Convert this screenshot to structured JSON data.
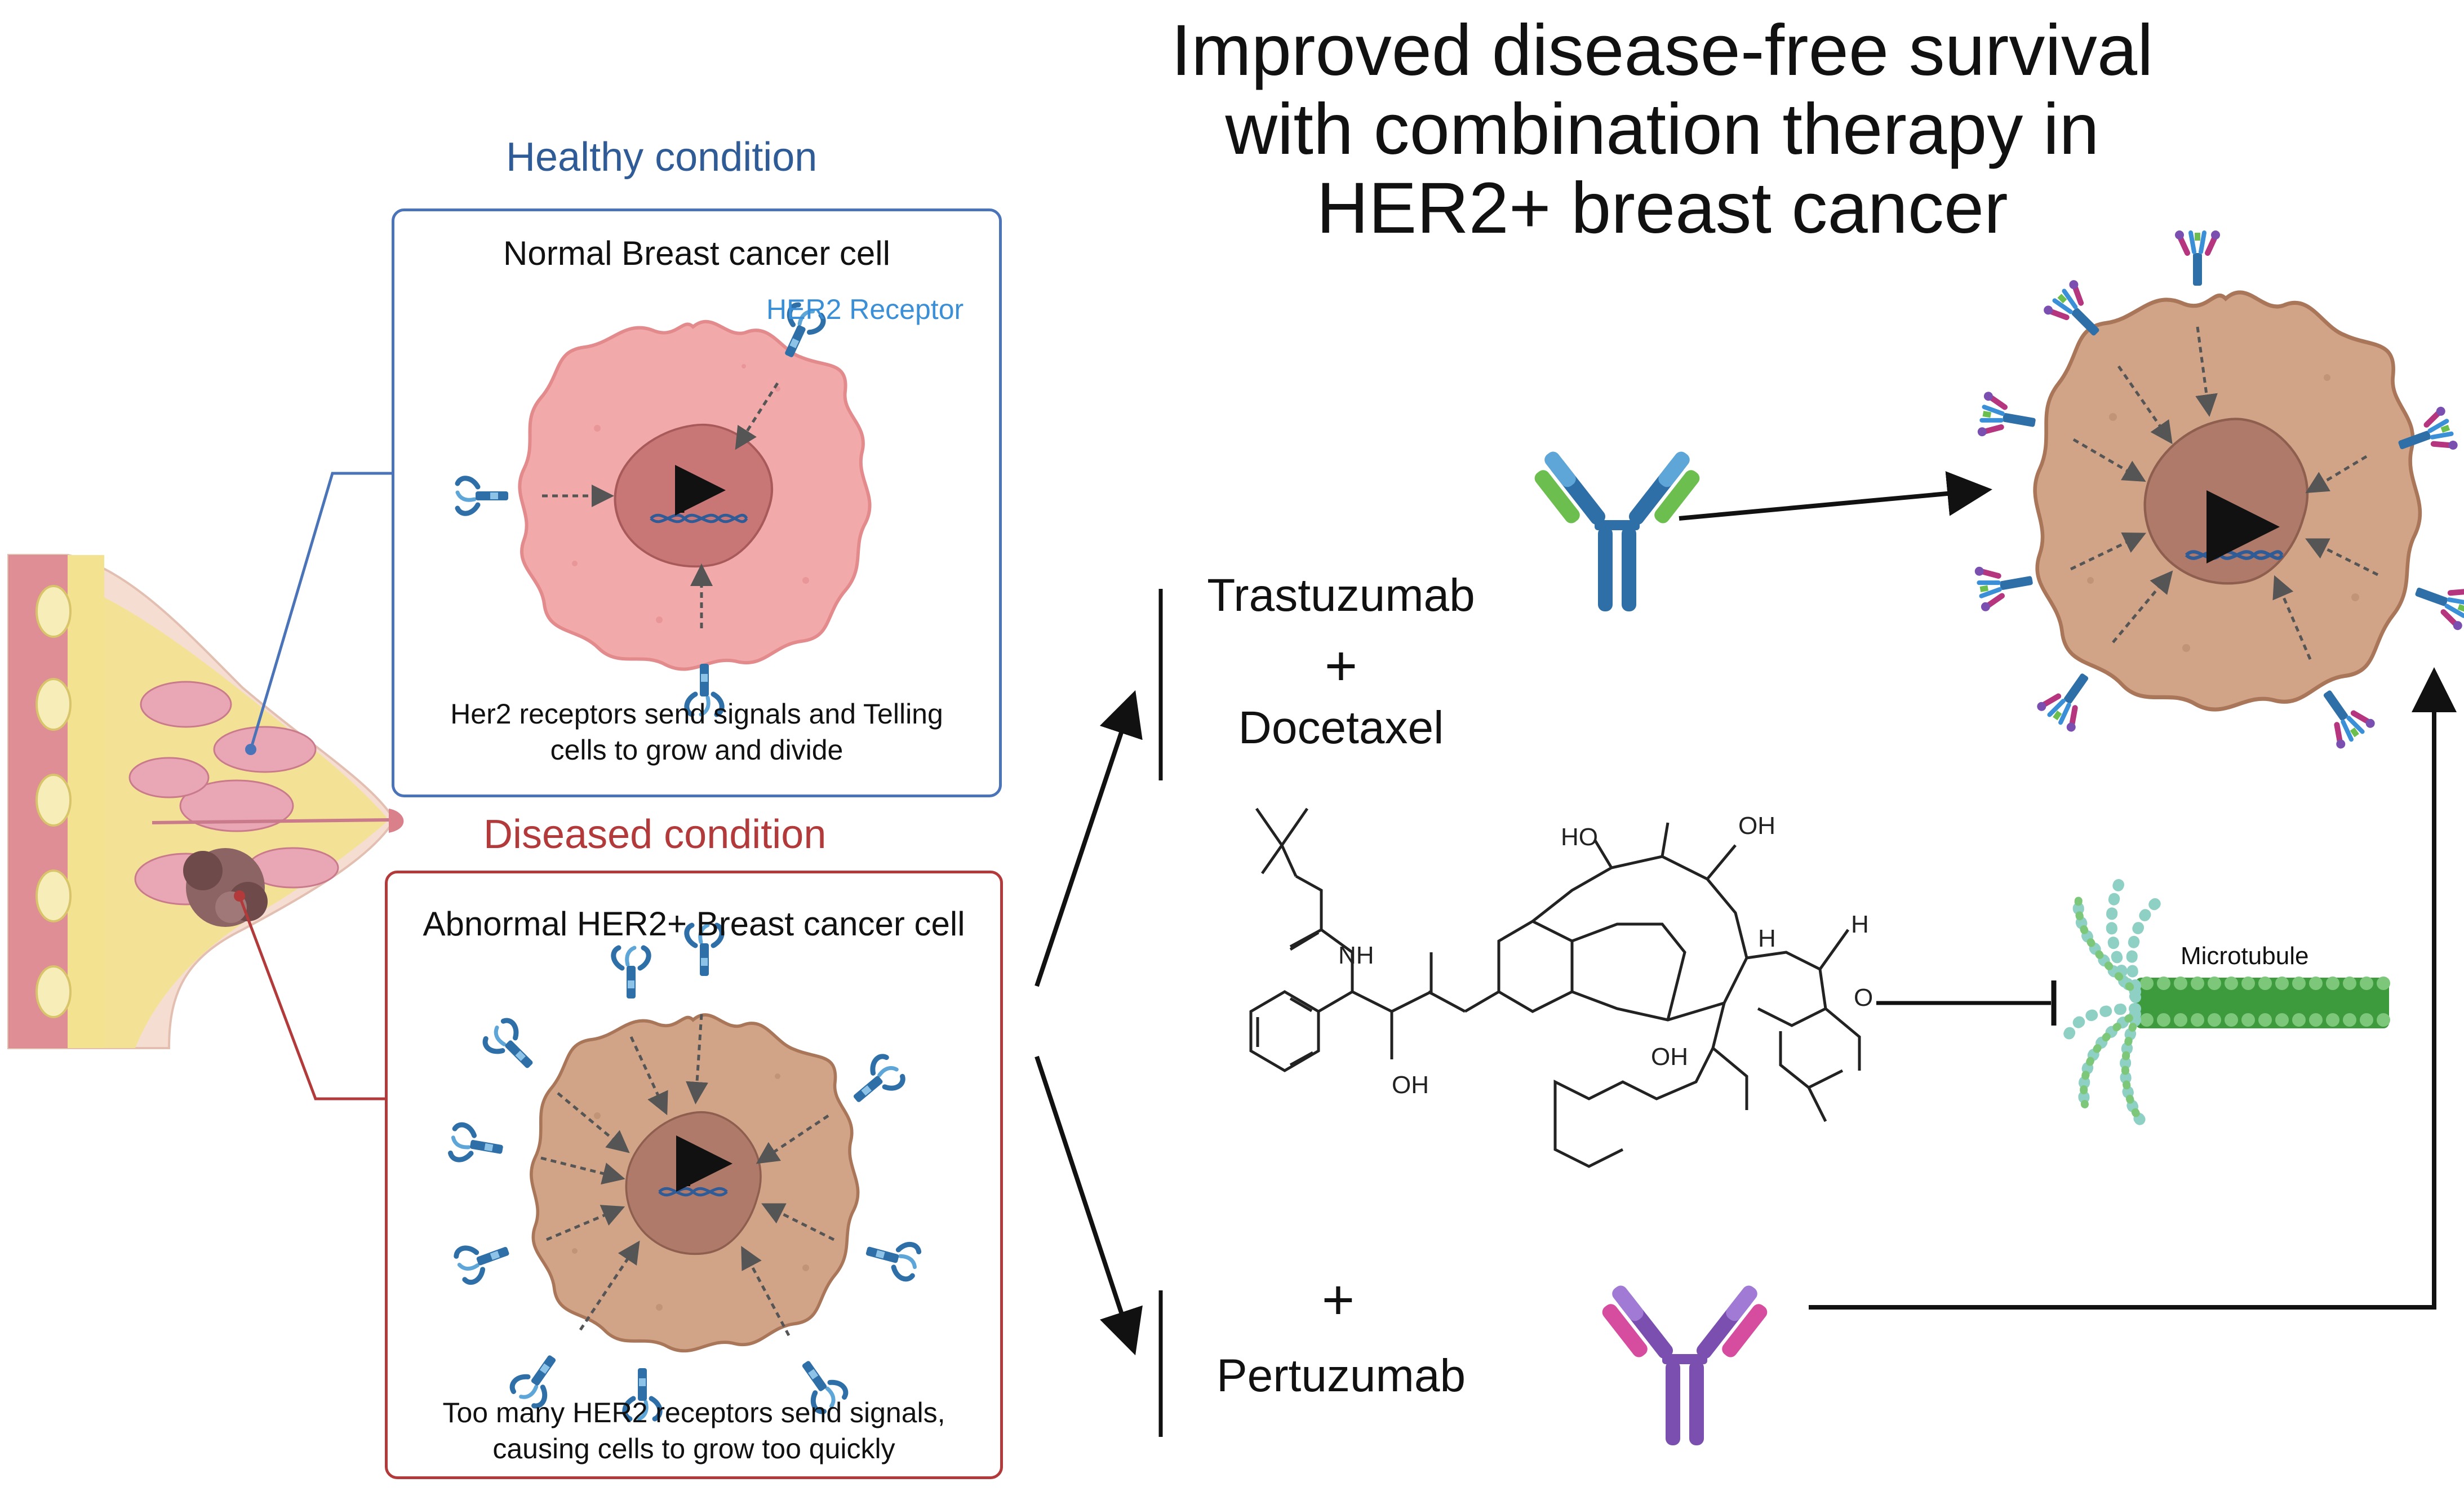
{
  "title": {
    "line1": "Improved disease-free survival",
    "line2": "with combination therapy in",
    "line3": "HER2+ breast cancer"
  },
  "healthy": {
    "heading": "Healthy condition",
    "box_title": "Normal Breast cancer cell",
    "receptor_label": "HER2 Receptor",
    "caption_line1": "Her2 receptors send signals and Telling",
    "caption_line2": "cells to grow and divide"
  },
  "diseased": {
    "heading": "Diseased condition",
    "box_title": "Abnormal HER2+ Breast cancer cell",
    "caption_line1": "Too many HER2 receptors send signals,",
    "caption_line2": "causing cells to grow too quickly"
  },
  "therapy": {
    "drug1": "Trastuzumab",
    "plus1": "+",
    "drug2": "Docetaxel",
    "plus2": "+",
    "drug3": "Pertuzumab",
    "microtubule": "Microtubule"
  },
  "chem_labels": {
    "nh": "NH",
    "oh_side": "OH",
    "ho_top": "HO",
    "oh_top": "OH",
    "oh_mid": "OH",
    "h1": "H",
    "h2": "H",
    "o": "O"
  },
  "colors": {
    "healthy_accent": "#4a73b8",
    "diseased_accent": "#b23a3a",
    "receptor_label": "#3a8fd6",
    "healthy_cell": "#f2a9aa",
    "diseased_cell": "#d2a487",
    "trastuzumab_light": "#6cbf4f",
    "trastuzumab_dark": "#2f6fa8",
    "pertuzumab_light": "#d64da0",
    "pertuzumab_dark": "#7a4fb0"
  }
}
